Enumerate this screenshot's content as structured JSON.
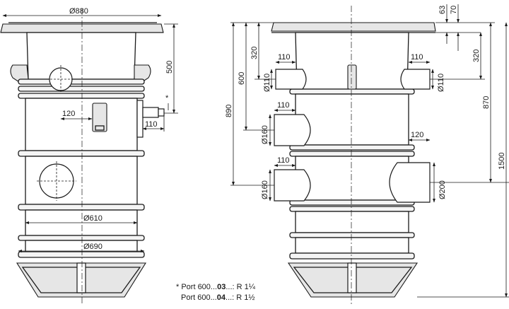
{
  "left_view": {
    "dims": {
      "d880": "Ø880",
      "h500": "500",
      "star": "*",
      "w120": "120",
      "w110": "110",
      "d610": "Ø610",
      "d690": "Ø690"
    }
  },
  "right_view": {
    "dims": {
      "h63": "63",
      "h70": "70",
      "h320a": "320",
      "h320b": "320",
      "h600": "600",
      "h870": "870",
      "h890": "890",
      "h1500": "1500",
      "w110a": "110",
      "w110b": "110",
      "w110c": "110",
      "w110d": "110",
      "w120": "120",
      "d110a": "Ø110",
      "d110b": "Ø110",
      "d160a": "Ø160",
      "d160b": "Ø160",
      "d200": "Ø200"
    }
  },
  "notes": {
    "line1": {
      "prefix": "* Port 600...",
      "bold": "03",
      "suffix": "...: R 1¼"
    },
    "line2": {
      "prefix": "Port 600...",
      "bold": "04",
      "suffix": "...: R 1½"
    }
  }
}
